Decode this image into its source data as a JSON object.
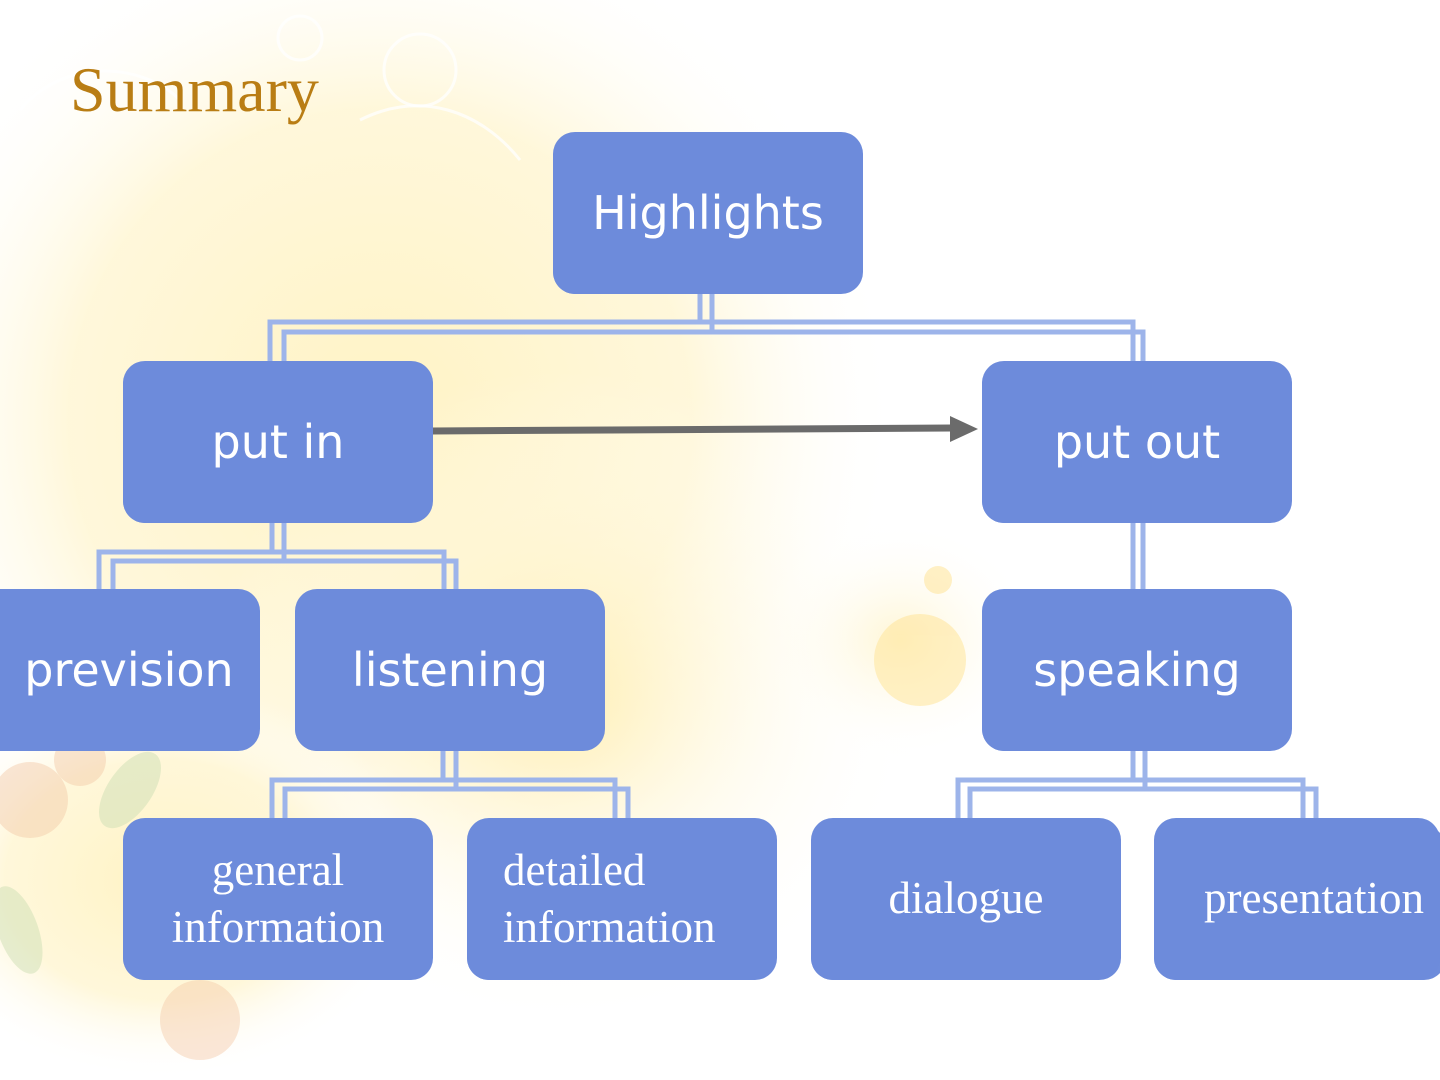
{
  "slide": {
    "title": "Summary",
    "title_color": "#b97d14",
    "node_color": "#6d8bdb",
    "connector_color": "#9db4ea",
    "arrow_color": "#6b6b6b"
  },
  "diagram": {
    "root": "Highlights",
    "branches": [
      {
        "label": "put in",
        "children": [
          {
            "label": "prevision"
          },
          {
            "label": "listening",
            "children": [
              "general information",
              "detailed information"
            ]
          }
        ]
      },
      {
        "label": "put out",
        "children": [
          {
            "label": "speaking",
            "children": [
              "dialogue",
              "presentation"
            ]
          }
        ]
      }
    ],
    "relation": {
      "from": "put in",
      "to": "put out"
    }
  }
}
